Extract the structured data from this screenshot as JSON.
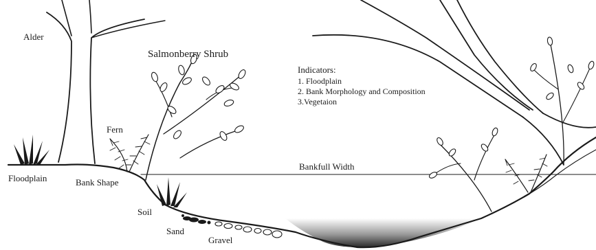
{
  "labels": {
    "alder": "Alder",
    "salmonberry": "Salmonberry Shrub",
    "fern": "Fern",
    "floodplain": "Floodplain",
    "bank_shape": "Bank Shape",
    "soil": "Soil",
    "sand": "Sand",
    "gravel": "Gravel",
    "bankfull_width": "Bankfull Width"
  },
  "indicators": {
    "heading": "Indicators:",
    "items": [
      "1. Floodplain",
      "2. Bank Morphology and Composition",
      "3.Vegetaion"
    ]
  }
}
